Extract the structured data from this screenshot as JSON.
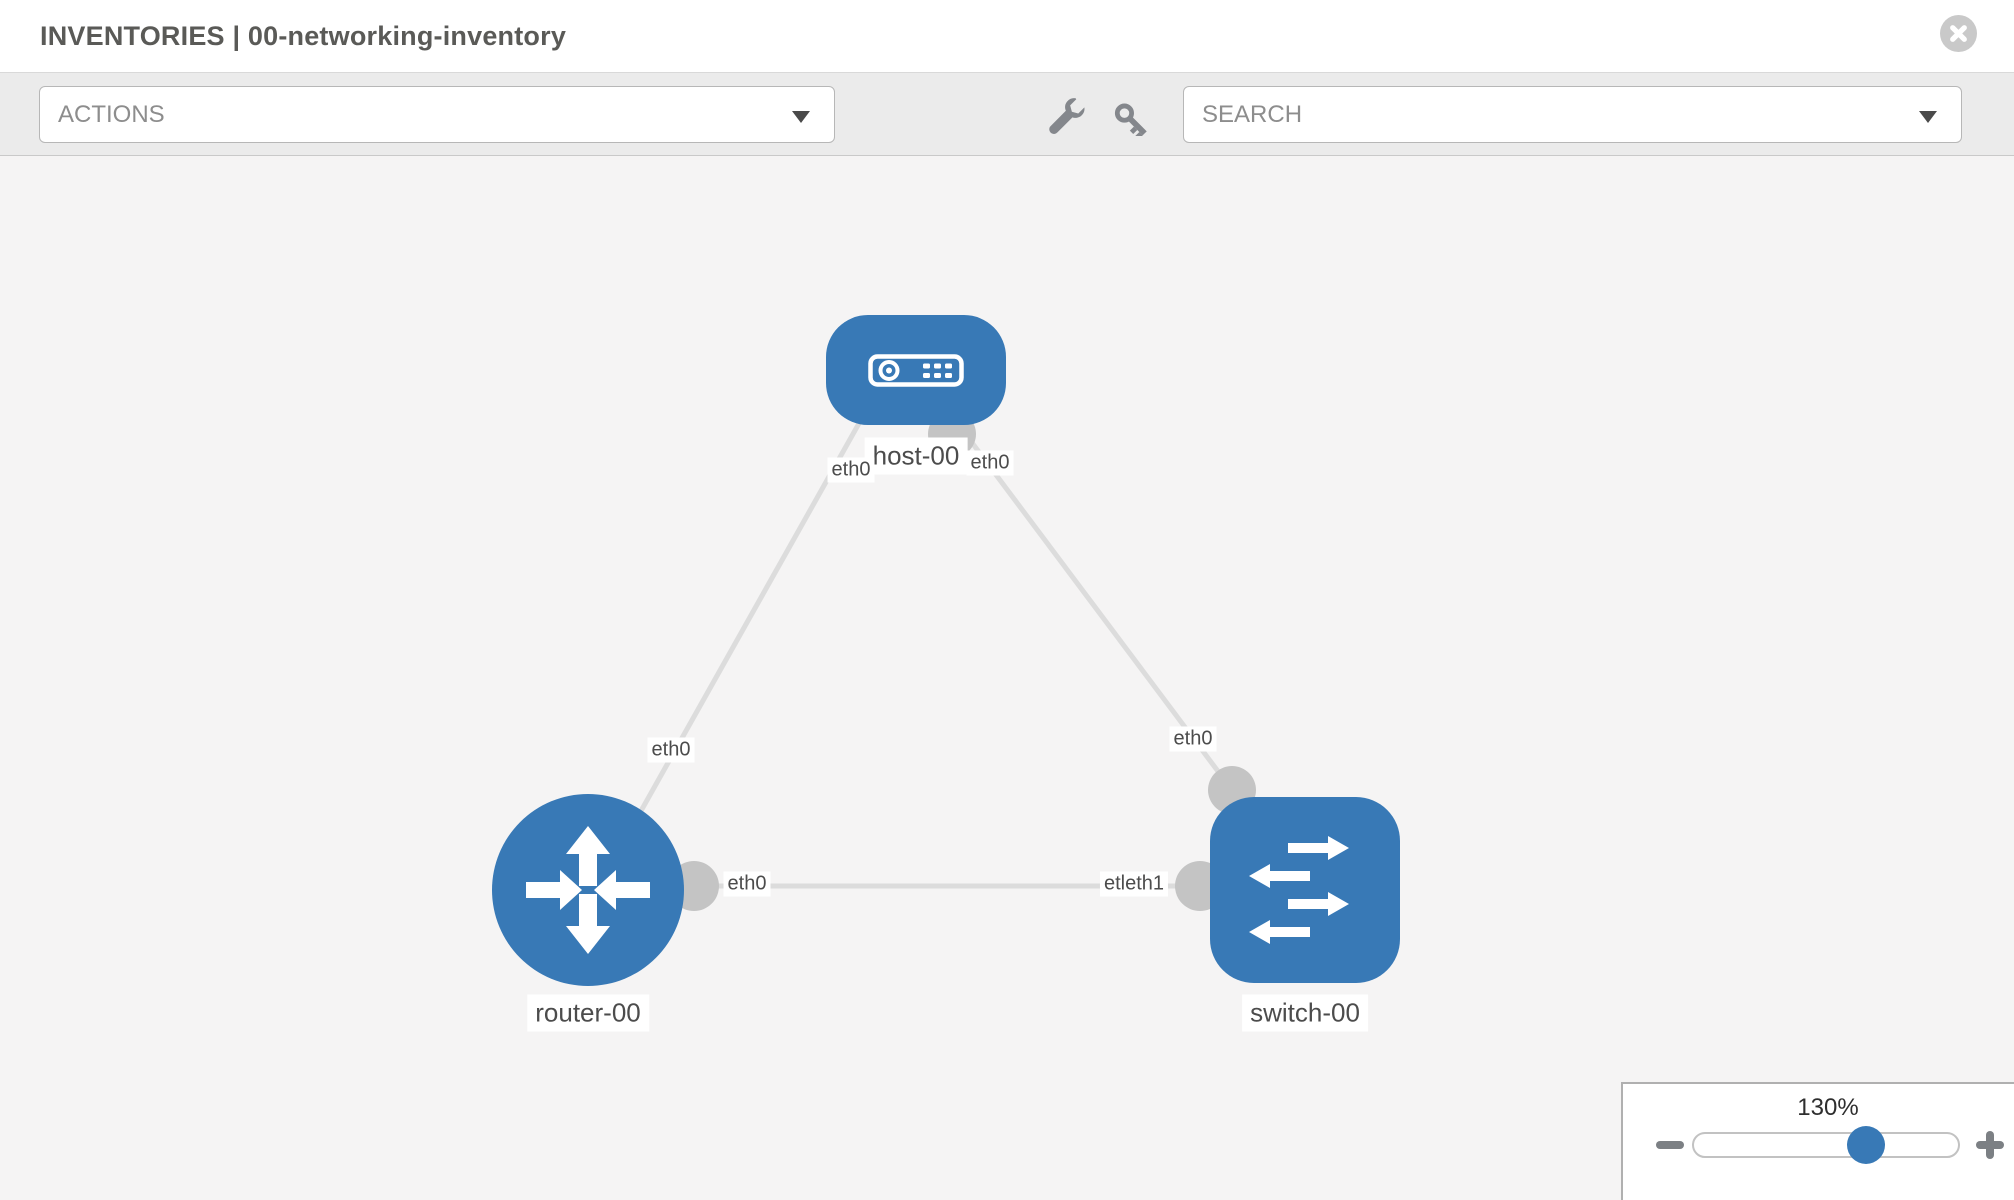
{
  "header": {
    "title": "INVENTORIES | 00-networking-inventory"
  },
  "toolbar": {
    "actions": {
      "label": "ACTIONS"
    },
    "search": {
      "placeholder": "SEARCH"
    },
    "tools": {
      "wrench": "wrench-icon",
      "key": "key-icon"
    }
  },
  "topology": {
    "nodes": [
      {
        "id": "host-00",
        "type": "host",
        "label": "host-00"
      },
      {
        "id": "router-00",
        "type": "router",
        "label": "router-00"
      },
      {
        "id": "switch-00",
        "type": "switch",
        "label": "switch-00"
      }
    ],
    "links": [
      {
        "from": "host-00",
        "from_label": "eth0",
        "to": "router-00",
        "to_label": "eth0"
      },
      {
        "from": "host-00",
        "from_label": "eth0",
        "to": "switch-00",
        "to_label": "eth0"
      },
      {
        "from": "router-00",
        "from_label": "eth0",
        "to": "switch-00",
        "to_label": "etleth1"
      }
    ],
    "colors": {
      "node": "#3879b6",
      "link": "#dcdcdc",
      "port": "#c4c4c4"
    }
  },
  "zoom": {
    "level": "130%",
    "value": 130
  }
}
